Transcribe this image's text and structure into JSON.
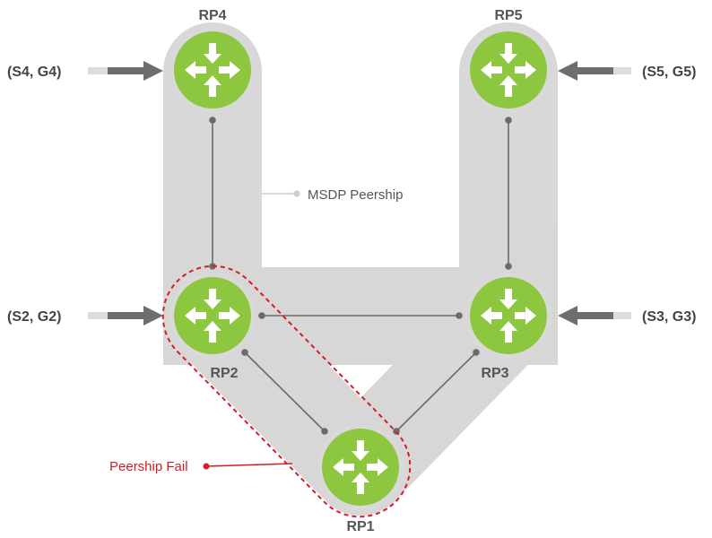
{
  "routers": {
    "rp1": "RP1",
    "rp2": "RP2",
    "rp3": "RP3",
    "rp4": "RP4",
    "rp5": "RP5"
  },
  "sources": {
    "s4g4": "(S4, G4)",
    "s5g5": "(S5, G5)",
    "s2g2": "(S2, G2)",
    "s3g3": "(S3, G3)"
  },
  "annotations": {
    "msdp_peership": "MSDP Peership",
    "peership_fail": "Peership Fail"
  },
  "colors": {
    "router_fill": "#8dc63f",
    "router_border": "#d9d9d9",
    "band": "#cfcfcf",
    "link": "#6b6b6b",
    "arrow": "#6e6e6e",
    "fail": "#d41e24"
  }
}
